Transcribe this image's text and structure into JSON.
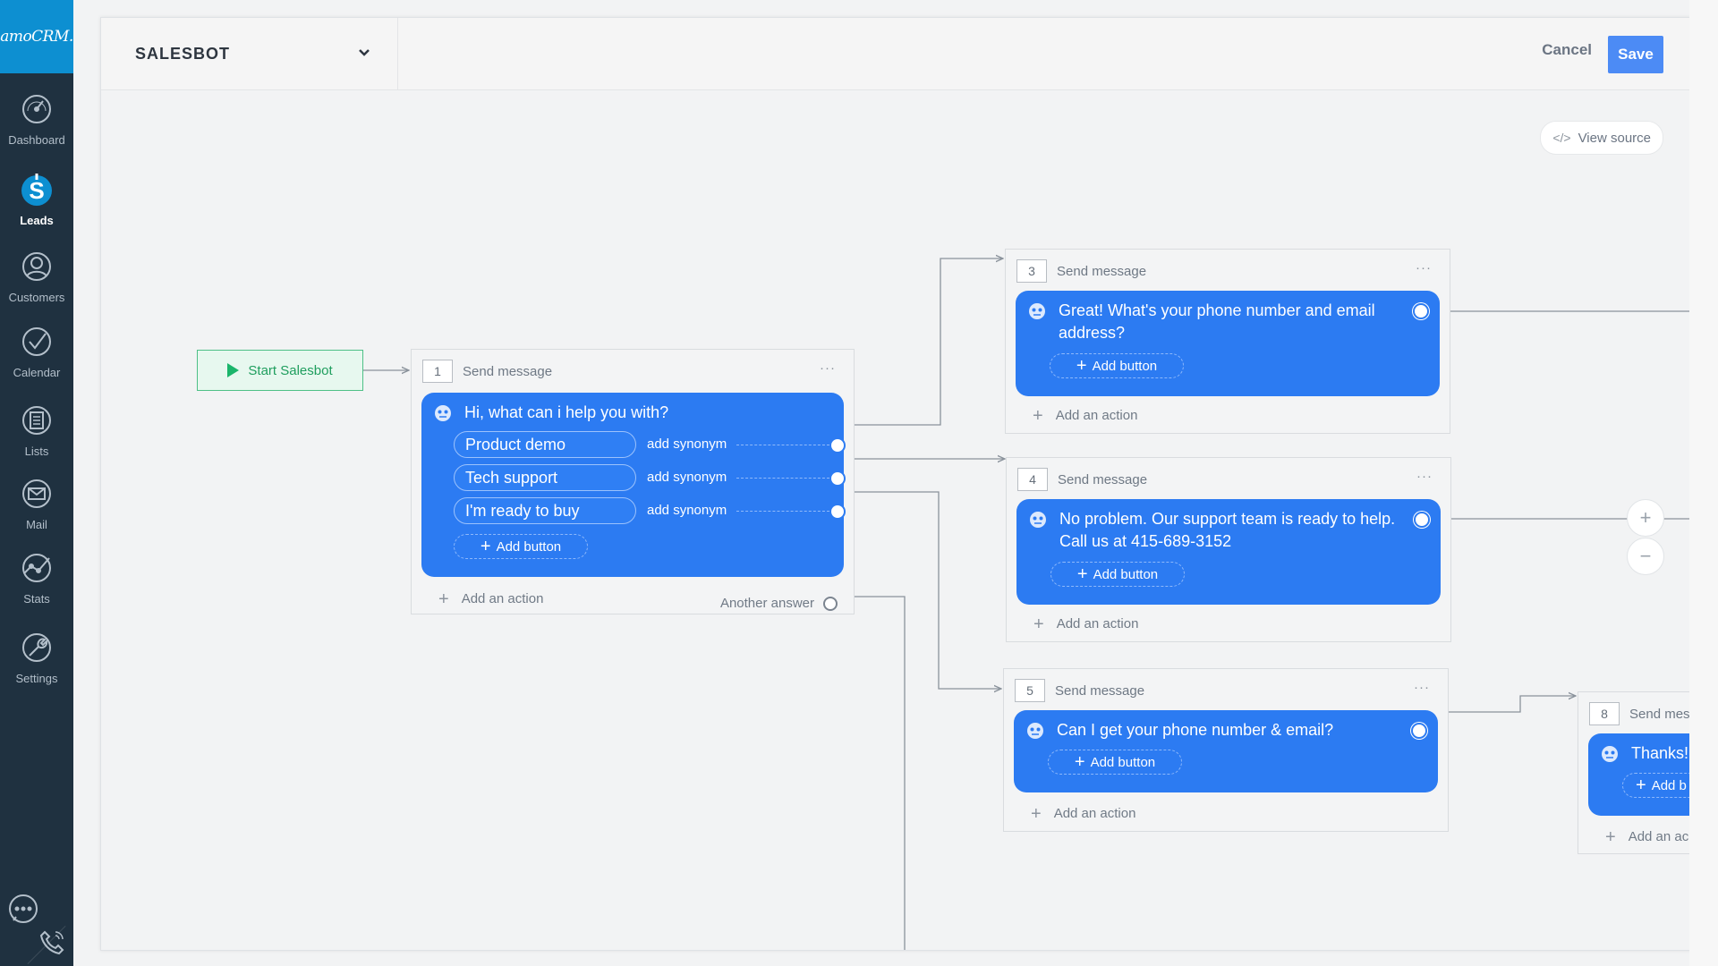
{
  "app": {
    "logo_text": "amoCRM."
  },
  "sidebar": {
    "items": [
      {
        "label": "Dashboard",
        "icon": "dashboard-icon"
      },
      {
        "label": "Leads",
        "icon": "leads-icon",
        "active": true
      },
      {
        "label": "Customers",
        "icon": "customers-icon"
      },
      {
        "label": "Calendar",
        "icon": "calendar-icon"
      },
      {
        "label": "Lists",
        "icon": "lists-icon"
      },
      {
        "label": "Mail",
        "icon": "mail-icon"
      },
      {
        "label": "Stats",
        "icon": "stats-icon"
      },
      {
        "label": "Settings",
        "icon": "settings-icon"
      }
    ],
    "bottom_icons": [
      "chat-icon",
      "phone-icon"
    ]
  },
  "header": {
    "bot_name": "SALESBOT",
    "cancel_label": "Cancel",
    "save_label": "Save"
  },
  "toolbar": {
    "view_source_icon": "</>",
    "view_source_label": "View source"
  },
  "start": {
    "label": "Start Salesbot"
  },
  "common": {
    "add_button": "Add button",
    "add_action": "Add an action",
    "add_synonym": "add synonym",
    "menu": "···"
  },
  "steps": [
    {
      "number": "1",
      "title": "Send message",
      "message": "Hi, what can i help you with?",
      "answers": [
        "Product demo",
        "Tech support",
        "I'm ready to buy"
      ],
      "another_answer": "Another answer"
    },
    {
      "number": "3",
      "title": "Send message",
      "message": "Great! What's your phone number and email address?"
    },
    {
      "number": "4",
      "title": "Send message",
      "message": "No problem. Our support team is ready to help. Call us at 415-689-3152"
    },
    {
      "number": "5",
      "title": "Send message",
      "message": "Can I get your phone number & email?"
    },
    {
      "number": "8",
      "title": "Send mes",
      "message": "Thanks!",
      "add_button": "Add b",
      "add_action": "Add an ac"
    }
  ],
  "zoom": {
    "in": "+",
    "out": "−"
  },
  "colors": {
    "accent": "#4c8bf5",
    "bubble": "#2c7bf2",
    "sidebar": "#1f3140",
    "logo_bg": "#0d8fd1",
    "start_green": "#1bb56b"
  }
}
